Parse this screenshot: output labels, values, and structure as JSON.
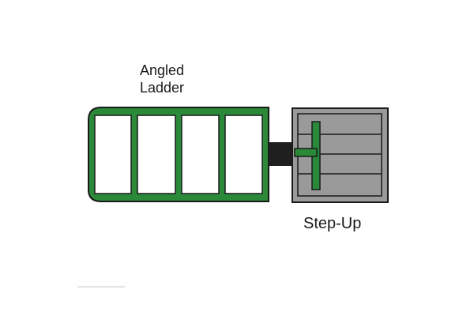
{
  "labels": {
    "ladder_line1": "Angled",
    "ladder_line2": "Ladder",
    "step_up": "Step-Up"
  },
  "colors": {
    "ladder_green": "#2a8a3a",
    "outline": "#1a1a1a",
    "step_gray": "#9a9a9a",
    "connector": "#1f1f1f"
  }
}
